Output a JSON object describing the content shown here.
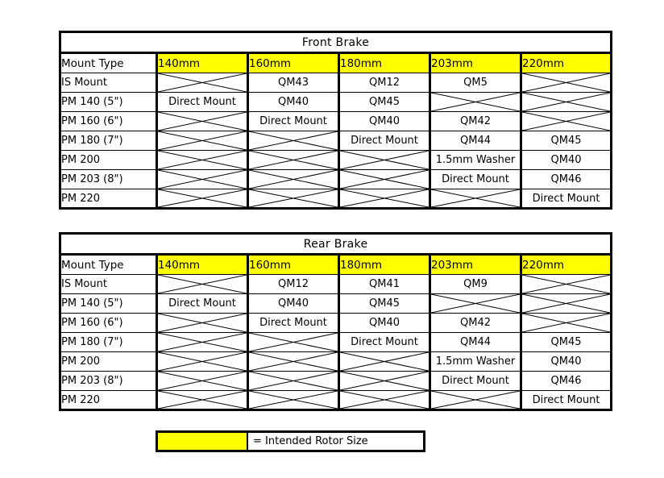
{
  "page": {
    "background": "#ffffff",
    "highlight_color": "#FFFF00",
    "line_color": "#000000"
  },
  "legend": {
    "swatch_color": "#FFFF00",
    "text": "= Intended Rotor Size"
  },
  "tables": [
    {
      "id": "front-brake",
      "title": "Front Brake",
      "columns": [
        "Mount Type",
        "140mm",
        "160mm",
        "180mm",
        "203mm",
        "220mm"
      ],
      "highlighted_columns": [
        "140mm",
        "160mm",
        "180mm",
        "203mm",
        "220mm"
      ],
      "rows": [
        {
          "mount": "IS Mount",
          "cells": [
            "",
            "QM43",
            "QM12",
            "QM5",
            ""
          ]
        },
        {
          "mount": "PM 140 (5\")",
          "cells": [
            "Direct Mount",
            "QM40",
            "QM45",
            "",
            ""
          ]
        },
        {
          "mount": "PM 160 (6\")",
          "cells": [
            "",
            "Direct Mount",
            "QM40",
            "QM42",
            ""
          ]
        },
        {
          "mount": "PM 180 (7\")",
          "cells": [
            "",
            "",
            "Direct Mount",
            "QM44",
            "QM45"
          ]
        },
        {
          "mount": "PM 200",
          "cells": [
            "",
            "",
            "",
            "1.5mm Washer",
            "QM40"
          ]
        },
        {
          "mount": "PM 203 (8\")",
          "cells": [
            "",
            "",
            "",
            "Direct Mount",
            "QM46"
          ]
        },
        {
          "mount": "PM 220",
          "cells": [
            "",
            "",
            "",
            "",
            "Direct Mount"
          ]
        }
      ]
    },
    {
      "id": "rear-brake",
      "title": "Rear Brake",
      "columns": [
        "Mount Type",
        "140mm",
        "160mm",
        "180mm",
        "203mm",
        "220mm"
      ],
      "highlighted_columns": [
        "140mm",
        "160mm",
        "180mm",
        "203mm",
        "220mm"
      ],
      "rows": [
        {
          "mount": "IS Mount",
          "cells": [
            "",
            "QM12",
            "QM41",
            "QM9",
            ""
          ]
        },
        {
          "mount": "PM 140 (5\")",
          "cells": [
            "Direct Mount",
            "QM40",
            "QM45",
            "",
            ""
          ]
        },
        {
          "mount": "PM 160 (6\")",
          "cells": [
            "",
            "Direct Mount",
            "QM40",
            "QM42",
            ""
          ]
        },
        {
          "mount": "PM 180 (7\")",
          "cells": [
            "",
            "",
            "Direct Mount",
            "QM44",
            "QM45"
          ]
        },
        {
          "mount": "PM 200",
          "cells": [
            "",
            "",
            "",
            "1.5mm Washer",
            "QM40"
          ]
        },
        {
          "mount": "PM 203 (8\")",
          "cells": [
            "",
            "",
            "",
            "Direct Mount",
            "QM46"
          ]
        },
        {
          "mount": "PM 220",
          "cells": [
            "",
            "",
            "",
            "",
            "Direct Mount"
          ]
        }
      ]
    }
  ]
}
